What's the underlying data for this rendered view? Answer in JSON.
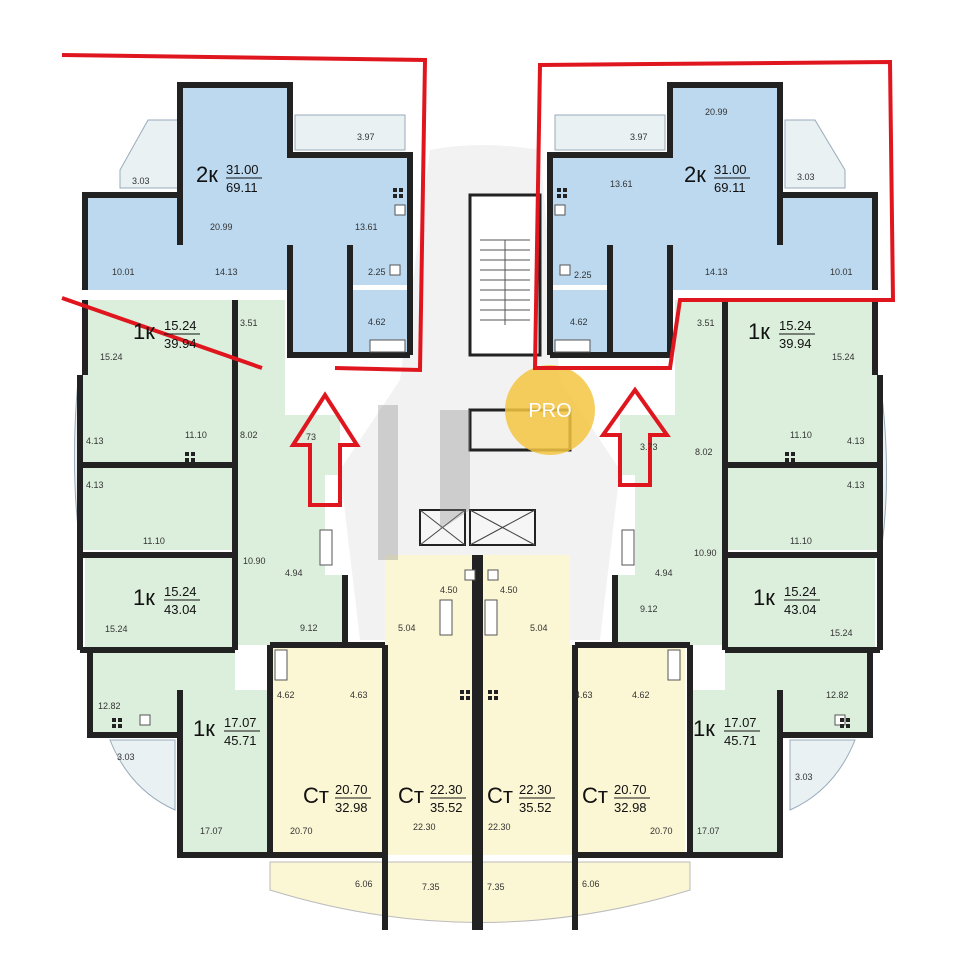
{
  "watermark": {
    "text": "PRO"
  },
  "colors": {
    "two_room": "#bcd9ef",
    "one_room": "#dcefdc",
    "studio": "#fbf6d4",
    "common": "#f2f2f2",
    "balcony": "#e9f1f3",
    "wall": "#222222",
    "highlight": "#e0161f",
    "badge": "#f5c542"
  },
  "units": {
    "left_2k": {
      "type": "2к",
      "living": "31.00",
      "total": "69.11"
    },
    "right_2k": {
      "type": "2к",
      "living": "31.00",
      "total": "69.11"
    },
    "left_1k_a": {
      "type": "1к",
      "living": "15.24",
      "total": "39.94"
    },
    "right_1k_a": {
      "type": "1к",
      "living": "15.24",
      "total": "39.94"
    },
    "left_1k_b": {
      "type": "1к",
      "living": "15.24",
      "total": "43.04"
    },
    "right_1k_b": {
      "type": "1к",
      "living": "15.24",
      "total": "43.04"
    },
    "left_1k_c": {
      "type": "1к",
      "living": "17.07",
      "total": "45.71"
    },
    "right_1k_c": {
      "type": "1к",
      "living": "17.07",
      "total": "45.71"
    },
    "st_1": {
      "type": "Ст",
      "living": "20.70",
      "total": "32.98"
    },
    "st_2": {
      "type": "Ст",
      "living": "22.30",
      "total": "35.52"
    },
    "st_3": {
      "type": "Ст",
      "living": "22.30",
      "total": "35.52"
    },
    "st_4": {
      "type": "Ст",
      "living": "20.70",
      "total": "32.98"
    }
  },
  "areas": {
    "l_3_97": "3.97",
    "l_3_03": "3.03",
    "l_20_99": "20.99",
    "l_13_61": "13.61",
    "l_10_01": "10.01",
    "l_14_13": "14.13",
    "l_2_25": "2.25",
    "l_4_62": "4.62",
    "r_3_97": "3.97",
    "r_20_99": "20.99",
    "r_13_61": "13.61",
    "r_3_03": "3.03",
    "r_2_25": "2.25",
    "r_14_13": "14.13",
    "r_10_01": "10.01",
    "r_4_62": "4.62",
    "l_15_24a": "15.24",
    "l_3_51": "3.51",
    "r_3_51": "3.51",
    "r_15_24a": "15.24",
    "l_4_13a": "4.13",
    "l_11_10a": "11.10",
    "l_8_02": "8.02",
    "l_73": "73",
    "r_3_73": "3.73",
    "r_8_02": "8.02",
    "r_11_10a": "11.10",
    "r_4_13a": "4.13",
    "l_4_13b": "4.13",
    "r_4_13b": "4.13",
    "l_11_10b": "11.10",
    "l_10_90": "10.90",
    "r_10_90": "10.90",
    "r_11_10b": "11.10",
    "l_4_94": "4.94",
    "r_4_94": "4.94",
    "l_15_24b": "15.24",
    "l_9_12": "9.12",
    "r_9_12": "9.12",
    "r_15_24b": "15.24",
    "c_4_50a": "4.50",
    "c_4_50b": "4.50",
    "c_5_04a": "5.04",
    "c_5_04b": "5.04",
    "l_4_62b": "4.62",
    "l_4_63": "4.63",
    "r_4_63": "4.63",
    "r_4_62b": "4.62",
    "l_12_82": "12.82",
    "r_12_82": "12.82",
    "l_3_03b": "3.03",
    "r_3_03b": "3.03",
    "l_17_07": "17.07",
    "l_20_70": "20.70",
    "c_22_30a": "22.30",
    "c_22_30b": "22.30",
    "r_20_70": "20.70",
    "r_17_07": "17.07",
    "b_6_06a": "6.06",
    "b_7_35a": "7.35",
    "b_7_35b": "7.35",
    "b_6_06b": "6.06"
  }
}
